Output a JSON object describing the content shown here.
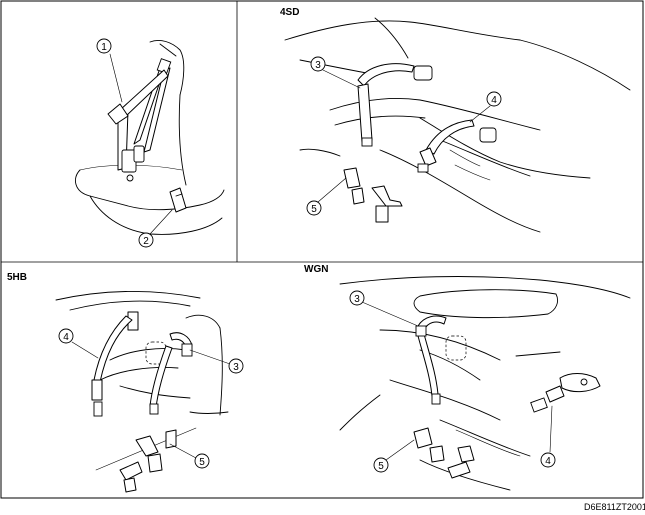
{
  "panels": {
    "sd": {
      "label": "4SD"
    },
    "hb": {
      "label": "5HB"
    },
    "wgn": {
      "label": "WGN"
    }
  },
  "callouts": {
    "n1": "1",
    "n2": "2",
    "n3": "3",
    "n4": "4",
    "n5": "5"
  },
  "figure_code": "D6E811ZT2001"
}
